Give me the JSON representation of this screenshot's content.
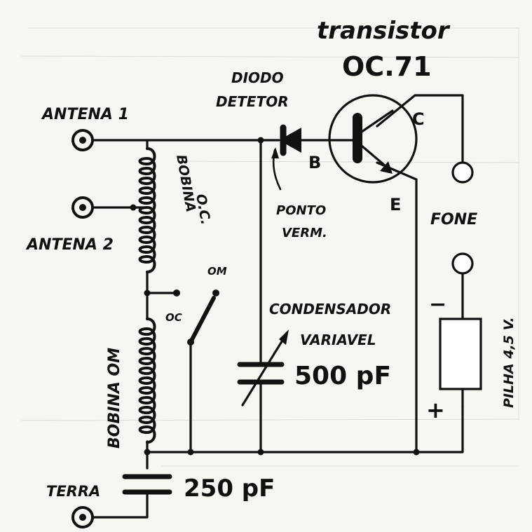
{
  "labels": {
    "transistor": "transistor",
    "transistor_model": "OC.71",
    "diode_line1": "DIODO",
    "diode_line2": "DETETOR",
    "antenna1": "ANTENA 1",
    "antenna2": "ANTENA 2",
    "coil_oc_line1": "BOBINA",
    "coil_oc_line2": "O.C.",
    "coil_om": "BOBINA OM",
    "switch_om": "OM",
    "switch_oc": "OC",
    "terminal_b": "B",
    "terminal_c": "C",
    "terminal_e": "E",
    "dot_line1": "PONTO",
    "dot_line2": "VERM.",
    "phone": "FONE",
    "capacitor_line1": "CONDENSADOR",
    "capacitor_line2": "VARIAVEL",
    "capacitor_value": "500 pF",
    "battery": "PILHA 4,5 V.",
    "battery_minus": "−",
    "battery_plus": "+",
    "ground": "TERRA",
    "ground_cap_value": "250 pF"
  }
}
